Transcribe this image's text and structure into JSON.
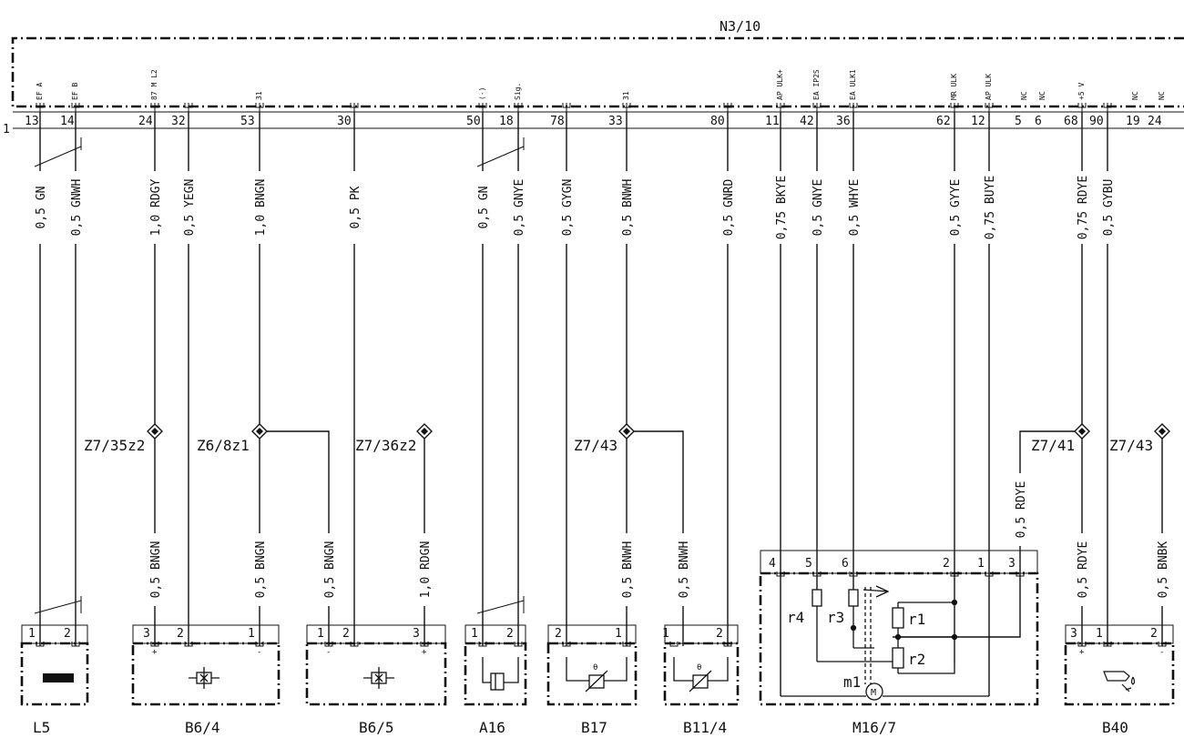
{
  "module_name": "N3/10",
  "header_side_label": "1",
  "header_pins": [
    {
      "num": "13",
      "signal": "EF A"
    },
    {
      "num": "14",
      "signal": "EF B"
    },
    {
      "num": "24",
      "signal": "87 M L2"
    },
    {
      "num": "32",
      "signal": ""
    },
    {
      "num": "53",
      "signal": "31"
    },
    {
      "num": "30",
      "signal": ""
    },
    {
      "num": "50",
      "signal": "(-)"
    },
    {
      "num": "18",
      "signal": "Sig."
    },
    {
      "num": "78",
      "signal": ""
    },
    {
      "num": "33",
      "signal": "31"
    },
    {
      "num": "80",
      "signal": ""
    },
    {
      "num": "11",
      "signal": "AP ULK+"
    },
    {
      "num": "42",
      "signal": "EA IP2S"
    },
    {
      "num": "36",
      "signal": "EA ULK1"
    },
    {
      "num": "62",
      "signal": "MR ULK"
    },
    {
      "num": "12",
      "signal": "AP ULK"
    },
    {
      "num": "5",
      "signal": "NC"
    },
    {
      "num": "6",
      "signal": "NC"
    },
    {
      "num": "68",
      "signal": "+5 V"
    },
    {
      "num": "90",
      "signal": ""
    },
    {
      "num": "19",
      "signal": "NC"
    },
    {
      "num": "24",
      "signal": "NC"
    }
  ],
  "upper_wires": [
    "0,5 GN",
    "0,5 GNWH",
    "1,0 RDGY",
    "0,5 YEGN",
    "1,0 BNGN",
    "0,5 PK",
    "0,5 GN",
    "0,5 GNYE",
    "0,5 GYGN",
    "0,5 BNWH",
    "0,5 GNRD",
    "0,75 BKYE",
    "0,5 GNYE",
    "0,5 WHYE",
    "0,5 GYYE",
    "0,75 BUYE",
    "0,75 RDYE",
    "0,5 GYBU"
  ],
  "lower_wires": [
    "0,5 BNGN",
    "0,5 BNGN",
    "0,5 BNGN",
    "1,0 RDGN",
    "0,5 BNWH",
    "0,5 BNWH",
    "0,5 RDYE",
    "0,5 RDYE",
    "0,5 BNBK"
  ],
  "splices": [
    "Z7/35z2",
    "Z6/8z1",
    "Z7/36z2",
    "Z7/43",
    "Z7/41",
    "Z7/43"
  ],
  "components": [
    {
      "name": "L5",
      "pins": [
        "1",
        "2"
      ],
      "signs": [
        "",
        ""
      ]
    },
    {
      "name": "B6/4",
      "pins": [
        "3",
        "2",
        "1"
      ],
      "signs": [
        "+",
        "",
        "-"
      ]
    },
    {
      "name": "B6/5",
      "pins": [
        "1",
        "2",
        "3"
      ],
      "signs": [
        "-",
        "",
        "+"
      ]
    },
    {
      "name": "A16",
      "pins": [
        "1",
        "2"
      ],
      "signs": [
        "",
        ""
      ]
    },
    {
      "name": "B17",
      "pins": [
        "2",
        "1"
      ],
      "signs": [
        "",
        ""
      ]
    },
    {
      "name": "B11/4",
      "pins": [
        "1",
        "2"
      ],
      "signs": [
        "",
        ""
      ]
    },
    {
      "name": "M16/7",
      "pins": [
        "4",
        "5",
        "6",
        "2",
        "1",
        "3"
      ],
      "signs": [
        "",
        "",
        "",
        "",
        "",
        ""
      ]
    },
    {
      "name": "B40",
      "pins": [
        "3",
        "1",
        "2"
      ],
      "signs": [
        "+",
        "",
        "-"
      ]
    }
  ],
  "m16_internal": [
    "r4",
    "r3",
    "r1",
    "r2",
    "m1",
    "M"
  ]
}
